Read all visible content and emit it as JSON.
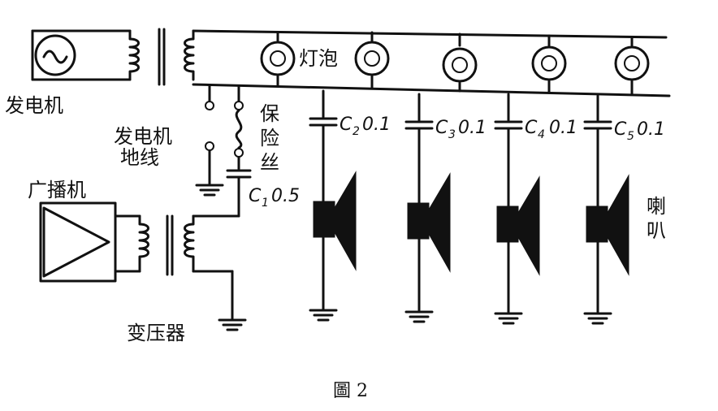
{
  "labels": {
    "generator": "发电机",
    "bulb": "灯泡",
    "generator_ground": [
      "发电机",
      "地线"
    ],
    "fuse": [
      "保",
      "险",
      "丝"
    ],
    "amplifier": "广播机",
    "transformer": "变压器",
    "speaker": [
      "喇",
      "叭"
    ],
    "c1": "C",
    "c1_sub": "1",
    "c1_val": "0.5",
    "c2": "C",
    "c2_sub": "2",
    "c2_val": "0.1",
    "c3": "C",
    "c3_sub": "3",
    "c3_val": "0.1",
    "c4": "C",
    "c4_sub": "4",
    "c4_val": "0.1",
    "c5": "C",
    "c5_sub": "5",
    "c5_val": "0.1",
    "figure_caption": "圖 2"
  },
  "components": {
    "bulb_count": 5,
    "speaker_count": 4,
    "capacitor_count": 5
  }
}
